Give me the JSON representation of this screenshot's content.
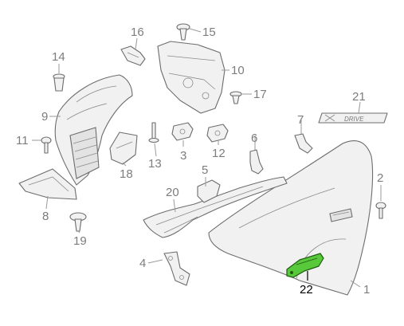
{
  "diagram": {
    "callouts": [
      {
        "id": "1",
        "label": "1"
      },
      {
        "id": "2",
        "label": "2"
      },
      {
        "id": "3",
        "label": "3"
      },
      {
        "id": "4",
        "label": "4"
      },
      {
        "id": "5",
        "label": "5"
      },
      {
        "id": "6",
        "label": "6"
      },
      {
        "id": "7",
        "label": "7"
      },
      {
        "id": "8",
        "label": "8"
      },
      {
        "id": "9",
        "label": "9"
      },
      {
        "id": "10",
        "label": "10"
      },
      {
        "id": "11",
        "label": "11"
      },
      {
        "id": "12",
        "label": "12"
      },
      {
        "id": "13",
        "label": "13"
      },
      {
        "id": "14",
        "label": "14"
      },
      {
        "id": "15",
        "label": "15"
      },
      {
        "id": "16",
        "label": "16"
      },
      {
        "id": "17",
        "label": "17"
      },
      {
        "id": "18",
        "label": "18"
      },
      {
        "id": "19",
        "label": "19"
      },
      {
        "id": "20",
        "label": "20"
      },
      {
        "id": "21",
        "label": "21"
      },
      {
        "id": "22",
        "label": "22"
      }
    ],
    "emblem_text": "DRIVE",
    "selected_part": "22",
    "colors": {
      "highlight_fill": "#57c93a",
      "part_stroke": "#6d6d6d",
      "label_text": "#7d7d7d",
      "selected_label_text": "#000000"
    }
  }
}
